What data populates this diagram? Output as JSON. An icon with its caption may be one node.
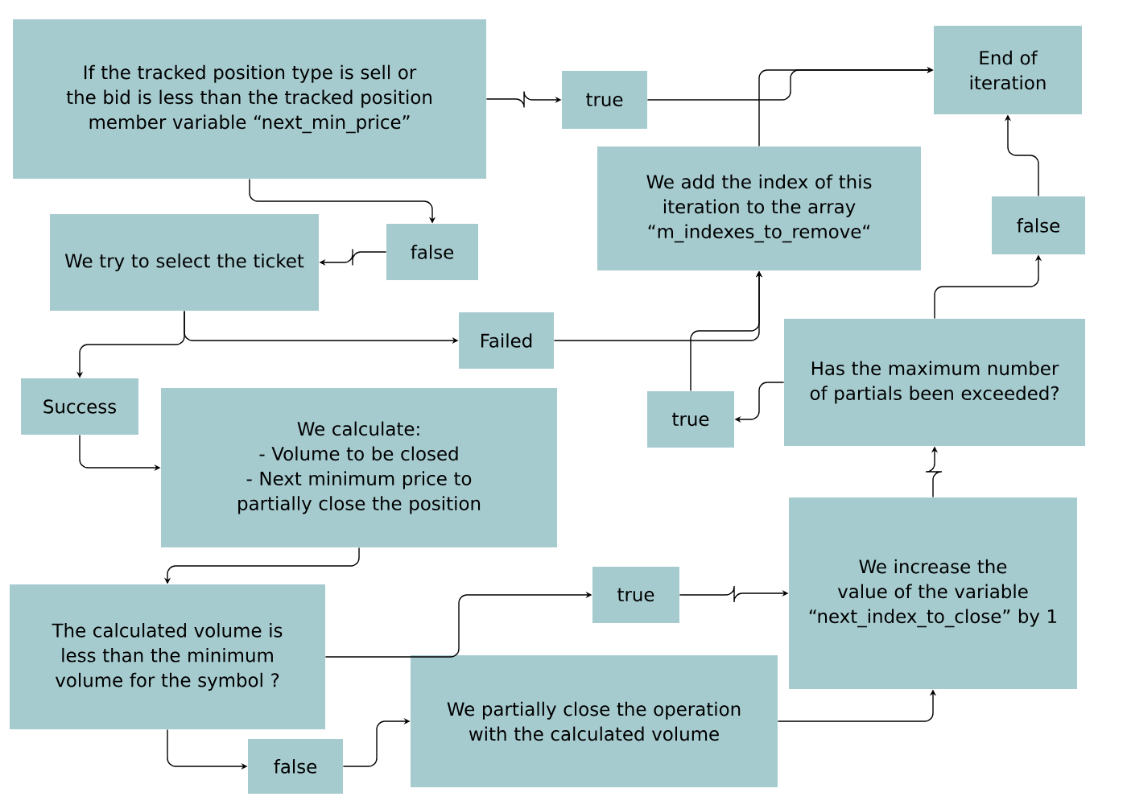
{
  "diagram": {
    "nodes": [
      {
        "text": [
          "If the tracked position type is sell or the bid is less than the tracked position member variable “next_min_price”"
        ]
      },
      {
        "text": [
          "true"
        ]
      },
      {
        "text": [
          "End of iteration"
        ]
      },
      {
        "text": [
          "We add the index of this iteration to the array “m_indexes_to_remove“"
        ]
      },
      {
        "text": [
          "false"
        ]
      },
      {
        "text": [
          "We try to select the ticket"
        ]
      },
      {
        "text": [
          "false"
        ]
      },
      {
        "text": [
          "Failed"
        ]
      },
      {
        "text": [
          "Has the maximum number of partials been exceeded?"
        ]
      },
      {
        "text": [
          "Success"
        ]
      },
      {
        "text": [
          "true"
        ]
      },
      {
        "text": [
          "We calculate:",
          "- Volume to be closed",
          "- Next minimum price to partially close the position"
        ]
      },
      {
        "text": [
          "We increase the value of the variable “next_index_to_close” by 1"
        ]
      },
      {
        "text": [
          "true"
        ]
      },
      {
        "text": [
          "The calculated volume is less than the minimum volume for the symbol ?"
        ]
      },
      {
        "text": [
          "We partially close the operation with the calculated volume"
        ]
      },
      {
        "text": [
          "false"
        ]
      }
    ],
    "edges": [
      {
        "from": 0,
        "to": 1,
        "arrow": "to"
      },
      {
        "from": 1,
        "to": 2,
        "arrow": "to"
      },
      {
        "from": 3,
        "to": 2,
        "arrow": "to"
      },
      {
        "from": 0,
        "to": 4,
        "arrow": "to"
      },
      {
        "from": 4,
        "to": 5,
        "arrow": "to"
      },
      {
        "from": 5,
        "to": 9,
        "arrow": "to"
      },
      {
        "from": 5,
        "to": 7,
        "arrow": "to"
      },
      {
        "from": 7,
        "to": 3,
        "arrow": "to"
      },
      {
        "from": 10,
        "to": 3,
        "arrow": "to"
      },
      {
        "from": 8,
        "to": 10,
        "arrow": "to"
      },
      {
        "from": 8,
        "to": 6,
        "arrow": "to"
      },
      {
        "from": 6,
        "to": 2,
        "arrow": "to"
      },
      {
        "from": 9,
        "to": 11,
        "arrow": "to"
      },
      {
        "from": 11,
        "to": 14,
        "arrow": "to"
      },
      {
        "from": 14,
        "to": 13,
        "arrow": "to"
      },
      {
        "from": 13,
        "to": 12,
        "arrow": "to"
      },
      {
        "from": 14,
        "to": 16,
        "arrow": "to"
      },
      {
        "from": 16,
        "to": 15,
        "arrow": "to"
      },
      {
        "from": 15,
        "to": 12,
        "arrow": "to"
      },
      {
        "from": 12,
        "to": 8,
        "arrow": "to"
      }
    ]
  }
}
